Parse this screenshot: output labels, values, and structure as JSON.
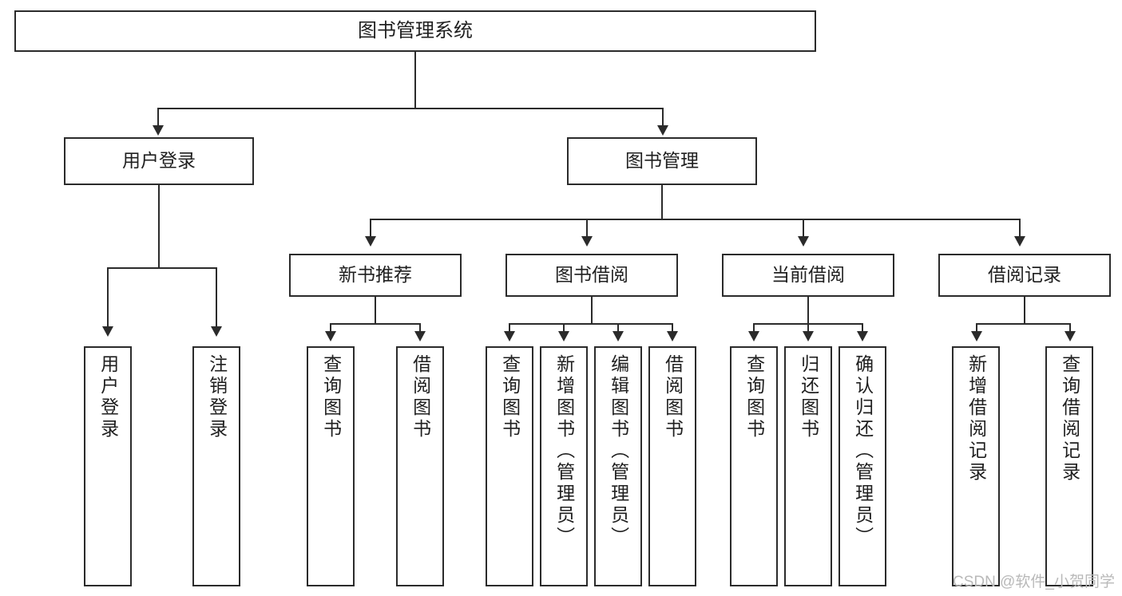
{
  "diagram": {
    "title": "图书管理系统",
    "type": "tree-hierarchy-chart",
    "root": {
      "label": "图书管理系统"
    },
    "level1": [
      {
        "label": "用户登录"
      },
      {
        "label": "图书管理"
      }
    ],
    "level2": [
      {
        "label": "新书推荐"
      },
      {
        "label": "图书借阅"
      },
      {
        "label": "当前借阅"
      },
      {
        "label": "借阅记录"
      }
    ],
    "leaves": [
      {
        "label": "用户登录"
      },
      {
        "label": "注销登录"
      },
      {
        "label": "查询图书"
      },
      {
        "label": "借阅图书"
      },
      {
        "label": "查询图书"
      },
      {
        "label": "新增图书（管理员）"
      },
      {
        "label": "编辑图书（管理员）"
      },
      {
        "label": "借阅图书"
      },
      {
        "label": "查询图书"
      },
      {
        "label": "归还图书"
      },
      {
        "label": "确认归还（管理员）"
      },
      {
        "label": "新增借阅记录"
      },
      {
        "label": "查询借阅记录"
      }
    ]
  },
  "watermark": {
    "text": "CSDN @软件_小贺同学"
  },
  "colors": {
    "stroke": "#2b2b2b",
    "fill": "#ffffff",
    "text": "#1f1f1f",
    "watermark": "#b9b9b9"
  }
}
